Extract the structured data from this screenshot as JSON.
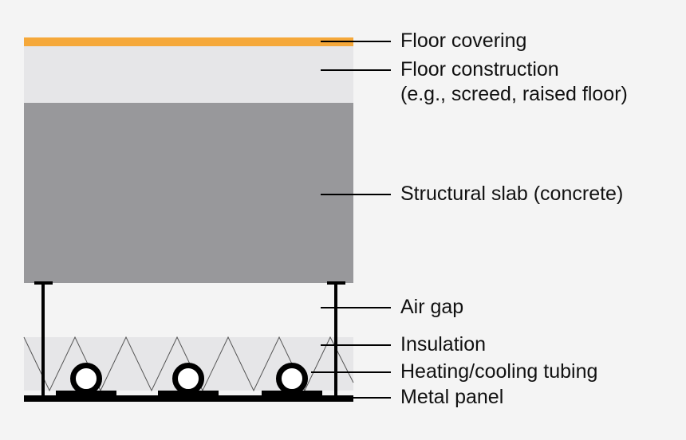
{
  "labels": {
    "floor_covering": "Floor covering",
    "floor_construction_1": "Floor construction",
    "floor_construction_2": "(e.g., screed, raised floor)",
    "structural_slab": "Structural slab (concrete)",
    "air_gap": "Air gap",
    "insulation": "Insulation",
    "tubing": "Heating/cooling tubing",
    "metal_panel": "Metal panel"
  },
  "colors": {
    "background": "#f4f4f4",
    "floor_covering": "#f5a83a",
    "floor_construction": "#e6e6e8",
    "structural_slab": "#98989b",
    "insulation": "#e6e6e8",
    "stroke": "#000000"
  }
}
